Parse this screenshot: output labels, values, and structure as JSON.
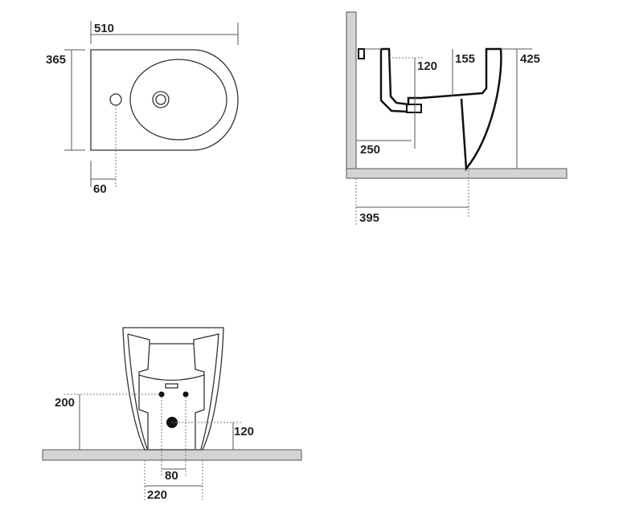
{
  "top_view": {
    "width_label": "510",
    "depth_label": "365",
    "tap_offset_label": "60"
  },
  "side_view": {
    "height_label": "425",
    "bowl_depth_label": "155",
    "supply_drop_label": "120",
    "drain_height_label": "250",
    "projection_label": "395"
  },
  "front_view": {
    "supply_height_label": "200",
    "drain_height_label": "120",
    "supply_spacing_label": "80",
    "base_width_label": "220"
  },
  "colors": {
    "floor_wall": "#d4d4d4",
    "line": "#111111"
  }
}
